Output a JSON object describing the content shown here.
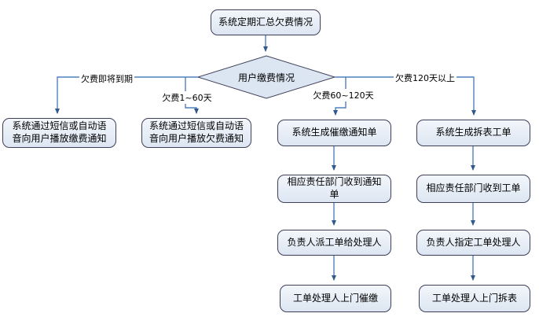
{
  "colors": {
    "connector": "#4f81bd",
    "arrowhead": "#31598c",
    "node_border": "#3f3f5a",
    "node_fill": "#dce6f2"
  },
  "flowchart": {
    "start": {
      "label": "系统定期汇总欠费情况"
    },
    "decision": {
      "label": "用户缴费情况"
    },
    "branches": [
      {
        "condition": "欠费即将到期",
        "steps": [
          "系统通过短信或自动语音向用户播放缴费通知"
        ]
      },
      {
        "condition": "欠费1~60天",
        "steps": [
          "系统通过短信或自动语音向用户播放欠费通知"
        ]
      },
      {
        "condition": "欠费60~120天",
        "steps": [
          "系统生成催缴通知单",
          "相应责任部门收到通知单",
          "负责人派工单给处理人",
          "工单处理人上门催缴"
        ]
      },
      {
        "condition": "欠费120天以上",
        "steps": [
          "系统生成拆表工单",
          "相应责任部门收到工单",
          "负责人指定工单处理人",
          "工单处理人上门拆表"
        ]
      }
    ]
  }
}
